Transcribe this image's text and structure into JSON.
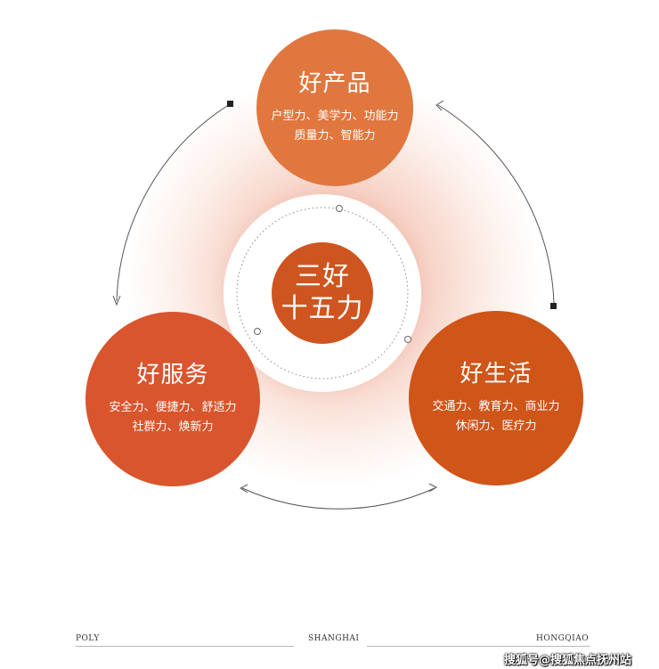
{
  "center": {
    "line1": "三好",
    "line2": "十五力"
  },
  "nodes": {
    "product": {
      "title": "好产品",
      "line1": "户型力、美学力、功能力",
      "line2": "质量力、智能力"
    },
    "service": {
      "title": "好服务",
      "line1": "安全力、便捷力、舒适力",
      "line2": "社群力、焕新力"
    },
    "life": {
      "title": "好生活",
      "line1": "交通力、教育力、商业力",
      "line2": "休闲力、医疗力"
    }
  },
  "footer": {
    "left": "POLY",
    "middle": "SHANGHAI",
    "right": "HONGQIAO"
  },
  "watermark": "搜狐号@搜狐焦点抚州站",
  "colors": {
    "product": "#e0773f",
    "service": "#d9552d",
    "life": "#cf5519",
    "core": "#cf5520"
  }
}
